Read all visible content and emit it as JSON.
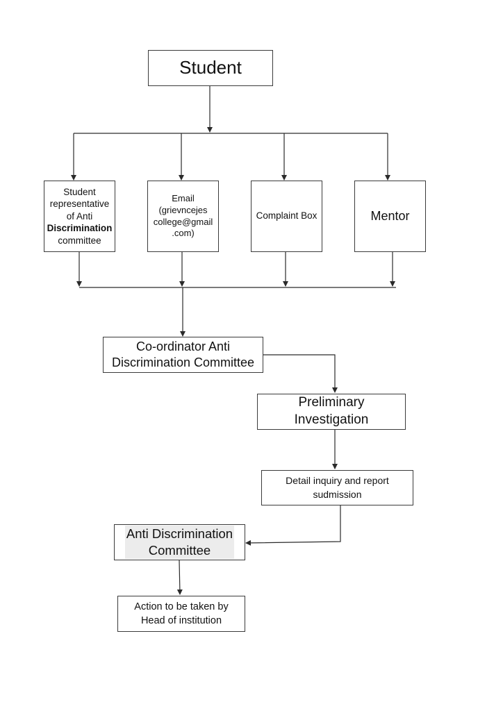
{
  "diagram": {
    "nodes": {
      "student": {
        "lines": [
          "Student"
        ]
      },
      "student_rep": {
        "lines": [
          "Student",
          "representative",
          "of Anti",
          "Discrimination",
          "committee"
        ]
      },
      "email": {
        "lines": [
          "Email",
          "(grievncejes",
          "college@gmail",
          ".com)"
        ]
      },
      "complaint_box": {
        "lines": [
          "Complaint Box"
        ]
      },
      "mentor": {
        "lines": [
          "Mentor"
        ]
      },
      "coordinator": {
        "lines": [
          "Co-ordinator Anti",
          "Discrimination Committee"
        ]
      },
      "preliminary": {
        "lines": [
          "Preliminary",
          "Investigation"
        ]
      },
      "detail_inquiry": {
        "lines": [
          "Detail inquiry and report",
          "sudmission"
        ]
      },
      "anti_discrimination_committee": {
        "lines": [
          "Anti Discrimination",
          "Committee"
        ]
      },
      "action": {
        "lines": [
          "Action to be taken by",
          "Head of institution"
        ]
      }
    },
    "edges": [
      {
        "from": "student",
        "to": "student_rep"
      },
      {
        "from": "student",
        "to": "email"
      },
      {
        "from": "student",
        "to": "complaint_box"
      },
      {
        "from": "student",
        "to": "mentor"
      },
      {
        "from": "student_rep",
        "to": "coordinator"
      },
      {
        "from": "email",
        "to": "coordinator"
      },
      {
        "from": "complaint_box",
        "to": "coordinator"
      },
      {
        "from": "mentor",
        "to": "coordinator"
      },
      {
        "from": "coordinator",
        "to": "preliminary"
      },
      {
        "from": "preliminary",
        "to": "detail_inquiry"
      },
      {
        "from": "detail_inquiry",
        "to": "anti_discrimination_committee"
      },
      {
        "from": "anti_discrimination_committee",
        "to": "action"
      }
    ]
  }
}
